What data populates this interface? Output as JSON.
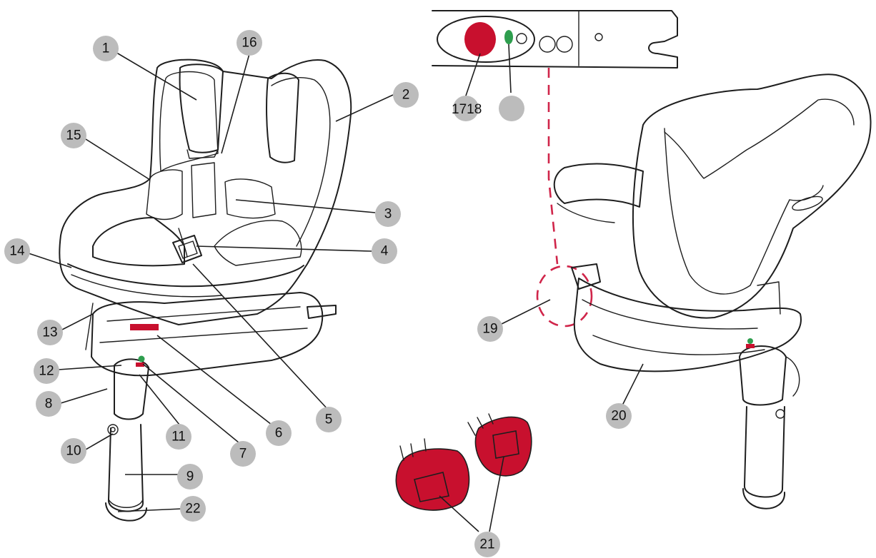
{
  "colors": {
    "highlight": "#c8102e",
    "indicator": "#2e9e4e",
    "callout": "#bcbcbc",
    "dash": "#d0254a",
    "stroke": "#1e1e1e"
  },
  "callouts": {
    "c1": "1",
    "c2": "2",
    "c3": "3",
    "c4": "4",
    "c5": "5",
    "c6": "6",
    "c7": "7",
    "c8": "8",
    "c9": "9",
    "c10": "10",
    "c11": "11",
    "c12": "12",
    "c13": "13",
    "c14": "14",
    "c15": "15",
    "c16": "16",
    "c17_18": "1718",
    "c19": "19",
    "c20": "20",
    "c21": "21",
    "c22": "22"
  }
}
